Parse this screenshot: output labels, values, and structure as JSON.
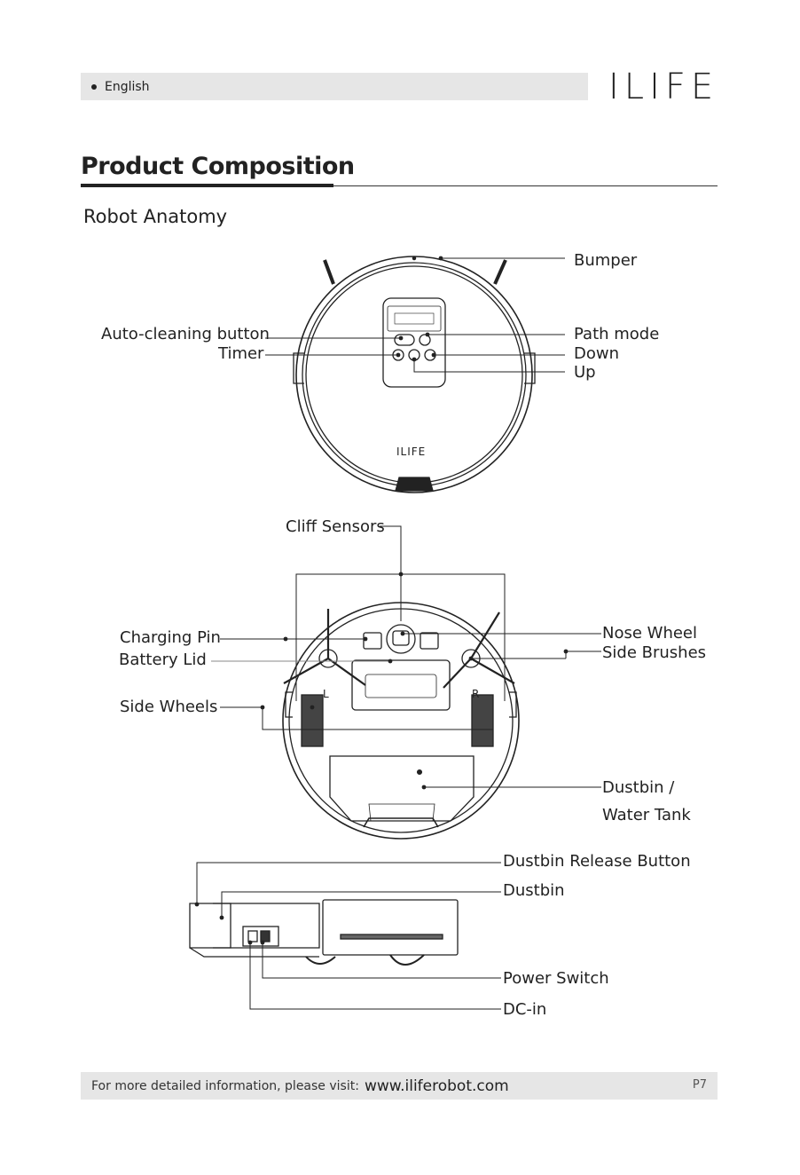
{
  "header": {
    "language": "English",
    "brand": "ILIFE"
  },
  "section": {
    "title": "Product Composition",
    "subtitle": "Robot Anatomy"
  },
  "top_view": {
    "logo": "ILIFE",
    "labels": {
      "bumper": "Bumper",
      "auto_cleaning": "Auto-cleaning button",
      "timer": "Timer",
      "path_mode": "Path mode",
      "down": "Down",
      "up": "Up"
    }
  },
  "bottom_view": {
    "wheel_left": "L",
    "wheel_right": "R",
    "labels": {
      "cliff_sensors": "Cliff Sensors",
      "charging_pin": "Charging Pin",
      "battery_lid": "Battery Lid",
      "side_wheels": "Side Wheels",
      "nose_wheel": "Nose Wheel",
      "side_brushes": "Side Brushes",
      "dustbin_water_1": "Dustbin /",
      "dustbin_water_2": "Water Tank"
    }
  },
  "side_view": {
    "labels": {
      "dustbin_release": "Dustbin Release Button",
      "dustbin": "Dustbin",
      "power_switch": "Power Switch",
      "dc_in": "DC-in"
    }
  },
  "footer": {
    "text": "For more detailed information, please visit:",
    "url": "www.iliferobot.com",
    "page": "P7"
  }
}
